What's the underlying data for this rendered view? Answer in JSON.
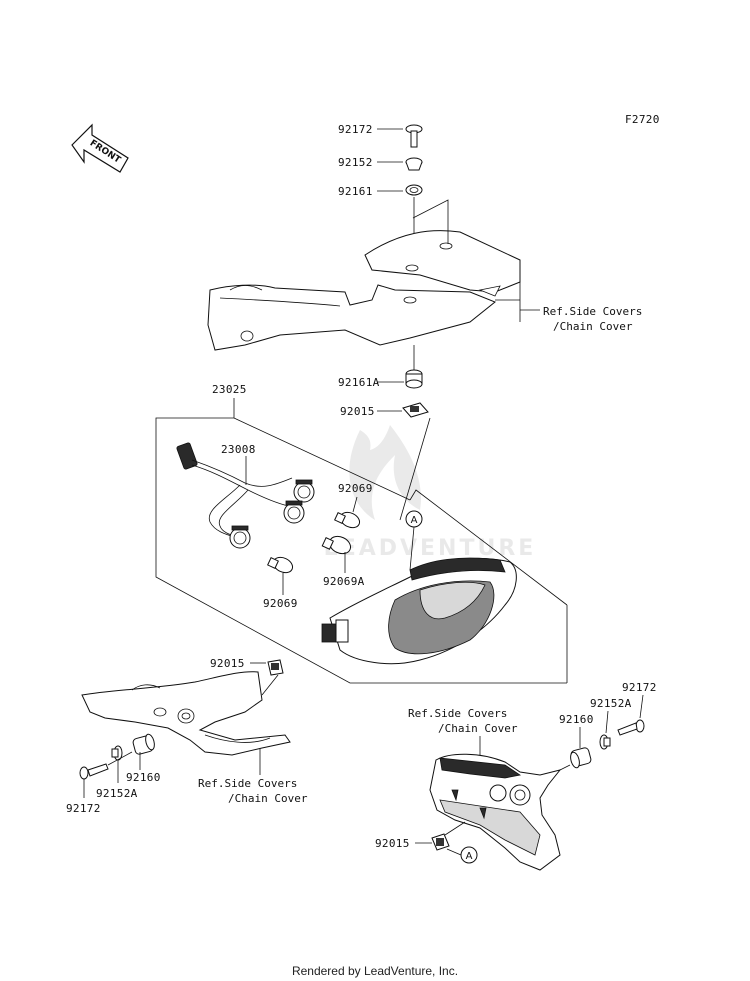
{
  "figure_code": "F2720",
  "front_indicator": "FRONT",
  "watermark": "LEADVENTURE",
  "footer": "Rendered by LeadVenture, Inc.",
  "callout_marker": "A",
  "part_numbers": {
    "screw_top": "92172",
    "washer_top": "92152",
    "grommet_top": "92161",
    "grommet_lower": "92161A",
    "nut_center": "92015",
    "assembly": "23025",
    "harness": "23008",
    "bulb_a": "92069",
    "bulb_b": "92069A",
    "bulb_c": "92069",
    "nut_left": "92015",
    "collar_left": "92160",
    "washer_left": "92152A",
    "screw_left": "92172",
    "screw_right": "92172",
    "washer_right": "92152A",
    "collar_right": "92160",
    "nut_right": "92015"
  },
  "references": {
    "top_line1": "Ref.Side Covers",
    "top_line2": "/Chain Cover",
    "left_line1": "Ref.Side Covers",
    "left_line2": "/Chain Cover",
    "right_line1": "Ref.Side Covers",
    "right_line2": "/Chain Cover"
  },
  "colors": {
    "ink": "#111111",
    "fill_dark": "#2a2a2a",
    "paper": "#ffffff"
  }
}
